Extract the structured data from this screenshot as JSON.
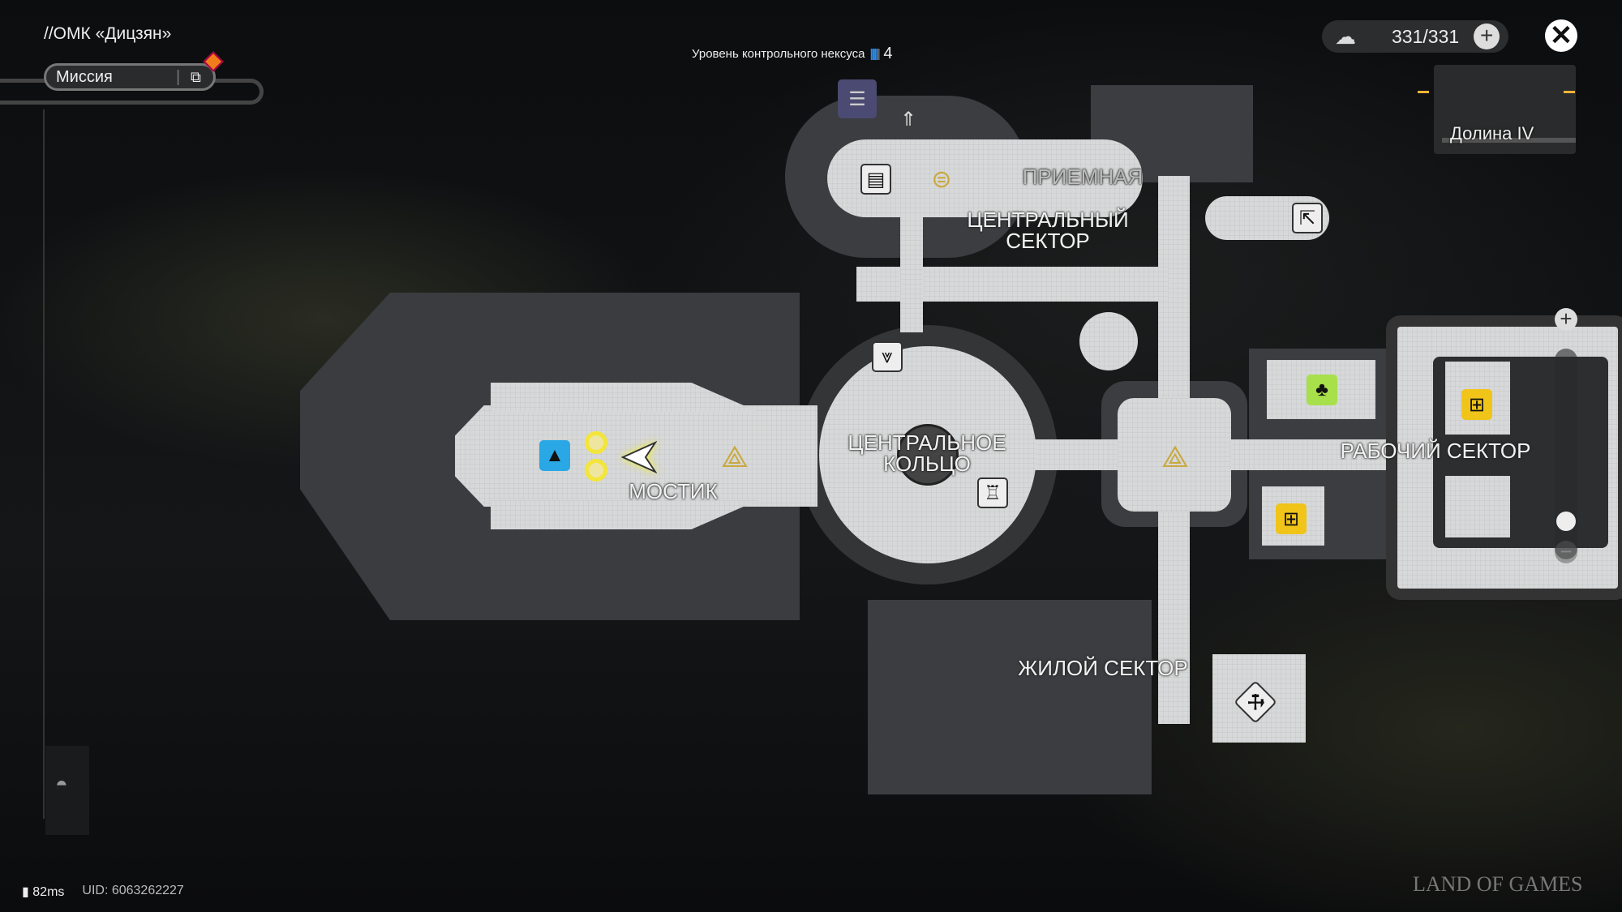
{
  "header": {
    "title": "//ОМК «Дицзян»",
    "mission_label": "Миссия",
    "nexus_label": "Уровень контрольного нексуса",
    "nexus_level": "4",
    "nexus_bars_filled": 4,
    "nexus_bars_total": 5
  },
  "resources": {
    "energy": "331/331"
  },
  "minimap": {
    "region": "Долина IV"
  },
  "map": {
    "labels": {
      "reception": "ПРИЕМНАЯ",
      "central_sector": "ЦЕНТРАЛЬНЫЙ СЕКТОР",
      "central_ring": "ЦЕНТРАЛЬНОЕ КОЛЬЦО",
      "bridge": "МОСТИК",
      "work_sector": "РАБОЧИЙ СЕКТОР",
      "living_sector": "ЖИЛОЙ СЕКТОР"
    }
  },
  "zoom": {
    "level": 0.2
  },
  "footer": {
    "ping": "82ms",
    "uid": "UID: 6063262227"
  },
  "watermark": "LAND OF GAMES",
  "colors": {
    "accent_blue": "#2aa8e6",
    "yellow": "#f0c419",
    "green": "#a7e04a",
    "orange": "#f07d1a"
  }
}
